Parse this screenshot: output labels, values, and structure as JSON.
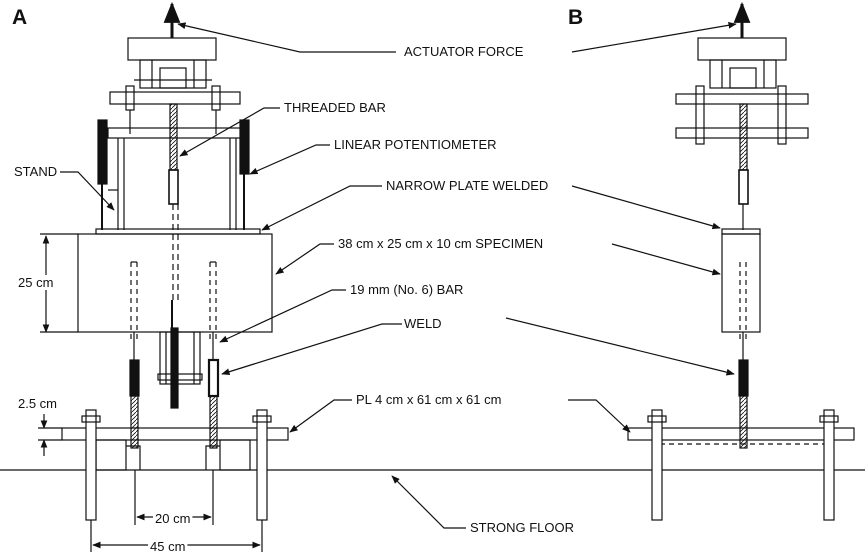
{
  "panels": {
    "a": "A",
    "b": "B"
  },
  "labels": {
    "actuator_force": "ACTUATOR FORCE",
    "threaded_bar": "THREADED BAR",
    "linear_potentiometer": "LINEAR POTENTIOMETER",
    "stand": "STAND",
    "narrow_plate_welded": "NARROW PLATE WELDED",
    "specimen": "38 cm x 25 cm x 10 cm SPECIMEN",
    "bar": "19 mm (No. 6) BAR",
    "weld": "WELD",
    "plate": "PL 4 cm x 61 cm x 61 cm",
    "strong_floor": "STRONG FLOOR"
  },
  "dimensions": {
    "specimen_height": "25 cm",
    "plate_thickness": "2.5 cm",
    "bar_spacing": "20 cm",
    "bolt_spacing": "45 cm"
  },
  "colors": {
    "line": "#111111",
    "fill": "#ffffff",
    "dark": "#111111"
  }
}
